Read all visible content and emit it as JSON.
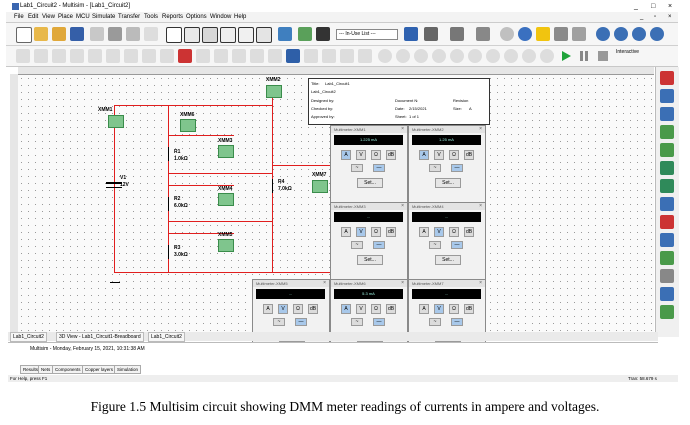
{
  "window": {
    "title": "Lab1_Circuit2 - Multisim - [Lab1_Circuit2]",
    "controls": [
      "_",
      "□",
      "×"
    ]
  },
  "menu": [
    "File",
    "Edit",
    "View",
    "Place",
    "MCU",
    "Simulate",
    "Transfer",
    "Tools",
    "Reports",
    "Options",
    "Window",
    "Help"
  ],
  "toolbar": {
    "inuse_list": "--- In-Use List ---",
    "interactive_label": "Interactive"
  },
  "circuit": {
    "source": {
      "name": "V1",
      "value": "12V"
    },
    "resistors": [
      {
        "name": "R1",
        "value": "1.0kΩ"
      },
      {
        "name": "R2",
        "value": "6.0kΩ"
      },
      {
        "name": "R3",
        "value": "3.0kΩ"
      },
      {
        "name": "R4",
        "value": "7.0kΩ"
      }
    ],
    "meters": [
      "XMM1",
      "XMM2",
      "XMM3",
      "XMM4",
      "XMM5",
      "XMM6",
      "XMM7"
    ]
  },
  "title_block": {
    "title_label": "Title:",
    "title_value": "Lab1_Circuit1",
    "desc_value": "Lab1_Circuit2",
    "designed_by": "Designed by:",
    "document_no": "Document N:",
    "revision": "Revision",
    "checked_by": "Checked by:",
    "date_label": "Date:",
    "date_value": "2/15/2021",
    "size_label": "Size:",
    "size_value": "A",
    "approved_by": "Approved by:",
    "sheet_label": "Sheet:",
    "sheet_value": "1 of 1"
  },
  "multimeters": [
    {
      "title": "Multimeter-XMM1",
      "display": "1.225 mA"
    },
    {
      "title": "Multimeter-XMM2",
      "display": "1.25 mA"
    },
    {
      "title": "Multimeter-XMM3",
      "display": "..."
    },
    {
      "title": "Multimeter-XMM4",
      "display": "..."
    },
    {
      "title": "Multimeter-XMM5",
      "display": "..."
    },
    {
      "title": "Multimeter-XMM6",
      "display": "5.3 mA"
    },
    {
      "title": "Multimeter-XMM7",
      "display": "..."
    }
  ],
  "mm_buttons": [
    "A",
    "V",
    "Ω",
    "dB"
  ],
  "mm_signals": [
    "~",
    "—"
  ],
  "mm_set": "Set...",
  "design_tabs": [
    "Lab1_Circuit2",
    "3D View - Lab1_Circuit1-Breadboard",
    "Lab1_Circuit2"
  ],
  "spreadsheet_row": "Multisim  -  Monday, February 15, 2021, 10:31:38 AM",
  "bottom_tabs": [
    "Results",
    "Nets",
    "Components",
    "Copper layers",
    "Simulation"
  ],
  "status": {
    "left": "For Help, press F1",
    "right": "Tran: 58.679 s"
  },
  "caption": "Figure 1.5 Multisim circuit showing DMM meter readings of currents in ampere and voltages."
}
